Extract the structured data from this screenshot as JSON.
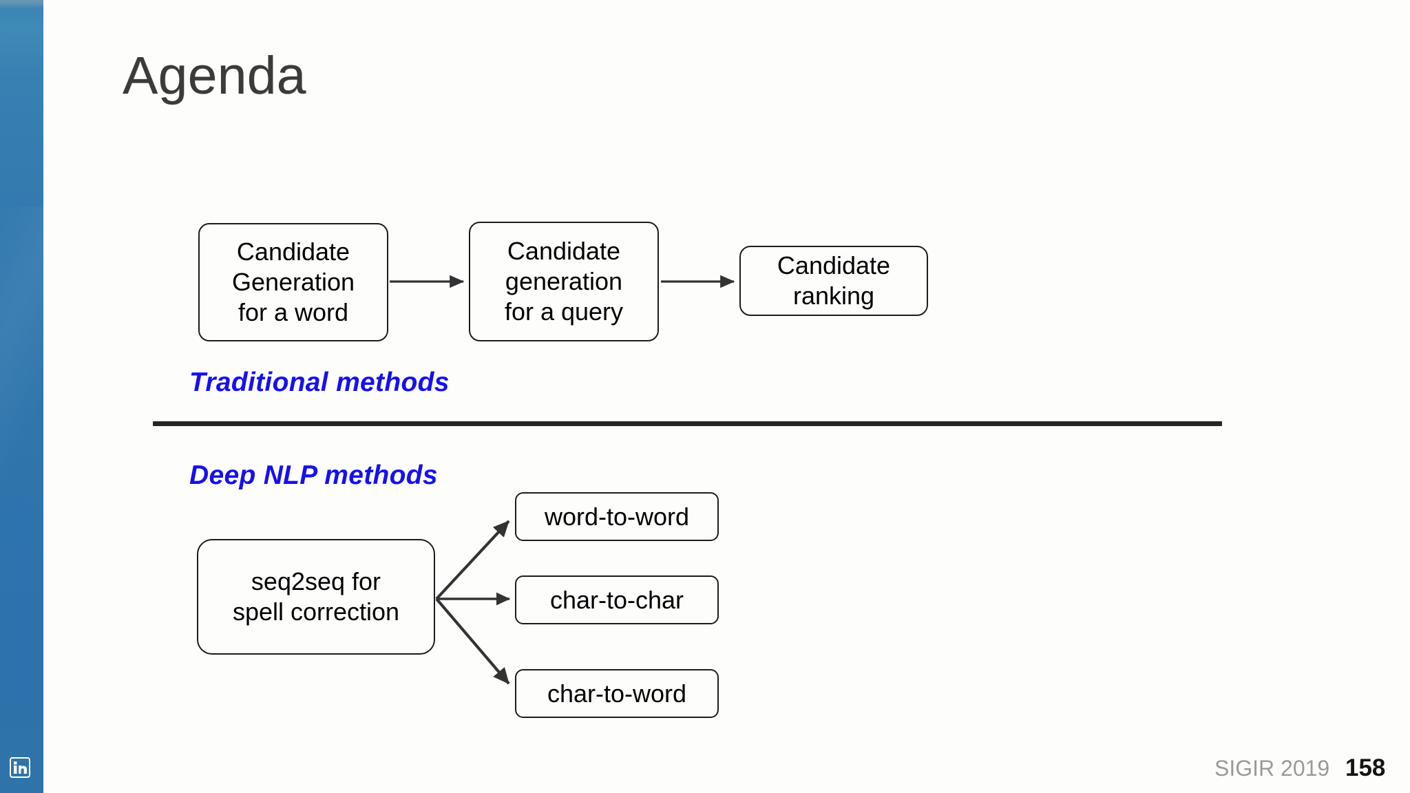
{
  "slide": {
    "title": "Agenda",
    "page_number": "158",
    "conference": "SIGIR 2019",
    "accent_color": "#3379b0",
    "label_color": "#1610ef",
    "title_color": "#3a3c39",
    "logo_icon": "linkedin-icon"
  },
  "traditional_section": {
    "label": "Traditional methods",
    "boxes": [
      {
        "id": "cand-gen-word",
        "lines": [
          "Candidate",
          "Generation",
          "for a word"
        ]
      },
      {
        "id": "cand-gen-query",
        "lines": [
          "Candidate",
          "generation",
          "for a query"
        ]
      },
      {
        "id": "cand-ranking",
        "lines": [
          "Candidate",
          "ranking"
        ]
      }
    ],
    "connectors": [
      "arrow-right",
      "arrow-right"
    ]
  },
  "deep_nlp_section": {
    "label": "Deep NLP methods",
    "source_box": {
      "id": "seq2seq",
      "lines": [
        "seq2seq for",
        "spell correction"
      ]
    },
    "target_boxes": [
      {
        "id": "word-to-word",
        "label": "word-to-word"
      },
      {
        "id": "char-to-char",
        "label": "char-to-char"
      },
      {
        "id": "char-to-word",
        "label": "char-to-word"
      }
    ],
    "connectors": [
      "arrow-diagonal-up",
      "arrow-right",
      "arrow-diagonal-down"
    ]
  },
  "boxes_text": {
    "cand_gen_word_l1": "Candidate",
    "cand_gen_word_l2": "Generation",
    "cand_gen_word_l3": "for a word",
    "cand_gen_query_l1": "Candidate",
    "cand_gen_query_l2": "generation",
    "cand_gen_query_l3": "for a query",
    "cand_ranking_l1": "Candidate",
    "cand_ranking_l2": "ranking",
    "seq2seq_l1": "seq2seq for",
    "seq2seq_l2": "spell correction",
    "word_to_word": "word-to-word",
    "char_to_char": "char-to-char",
    "char_to_word": "char-to-word"
  }
}
